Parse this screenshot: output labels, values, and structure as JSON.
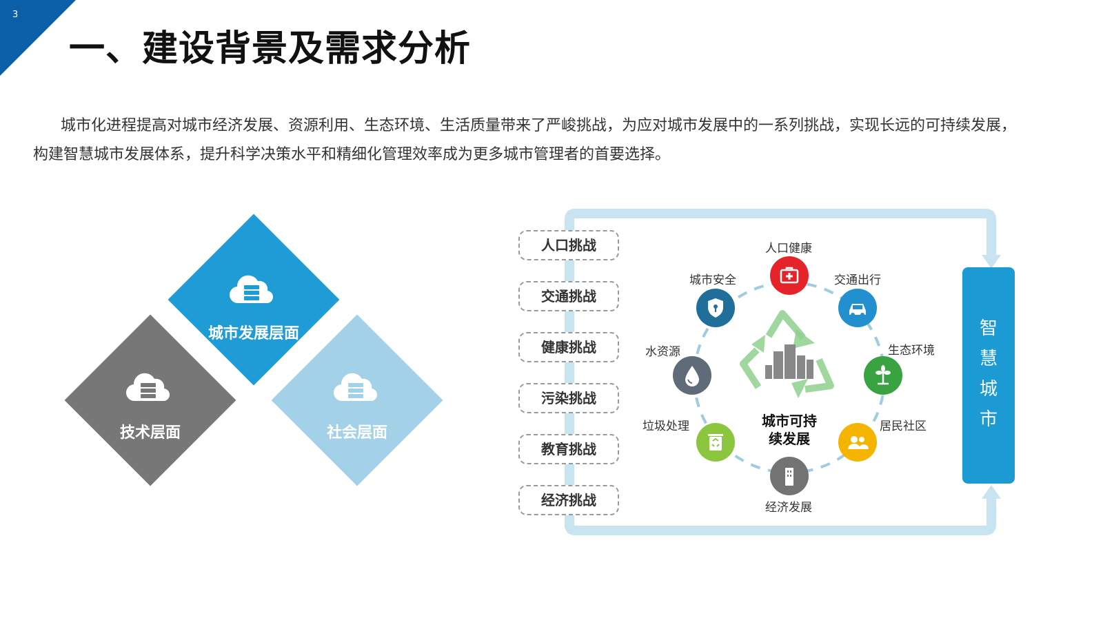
{
  "page_number": "3",
  "title": "一、建设背景及需求分析",
  "intro": "城市化进程提高对城市经济发展、资源利用、生态环境、生活质量带来了严峻挑战，为应对城市发展中的一系列挑战，实现长远的可持续发展，构建智慧城市发展体系，提升科学决策水平和精细化管理效率成为更多城市管理者的首要选择。",
  "layers": [
    {
      "label": "城市发展层面",
      "color": "#1f9bd5"
    },
    {
      "label": "技术层面",
      "color": "#777777"
    },
    {
      "label": "社会层面",
      "color": "#a3d1e8"
    }
  ],
  "challenges": [
    "人口挑战",
    "交通挑战",
    "健康挑战",
    "污染挑战",
    "教育挑战",
    "经济挑战"
  ],
  "cycle": {
    "center_line1": "城市可持",
    "center_line2": "续发展",
    "items": [
      {
        "label": "人口健康",
        "icon": "first-aid-icon",
        "color": "#e5242a"
      },
      {
        "label": "交通出行",
        "icon": "car-icon",
        "color": "#2290cf"
      },
      {
        "label": "生态环境",
        "icon": "plant-icon",
        "color": "#3aa341"
      },
      {
        "label": "居民社区",
        "icon": "people-icon",
        "color": "#f5b400"
      },
      {
        "label": "经济发展",
        "icon": "building-icon",
        "color": "#737373"
      },
      {
        "label": "垃圾处理",
        "icon": "trash-icon",
        "color": "#8cc63f"
      },
      {
        "label": "水资源",
        "icon": "water-drop-icon",
        "color": "#5f6b78"
      },
      {
        "label": "城市安全",
        "icon": "shield-icon",
        "color": "#1f6f9a"
      }
    ]
  },
  "smart_city": [
    "智",
    "慧",
    "城",
    "市"
  ],
  "colors": {
    "accent_blue": "#0b5ea8",
    "loop_light": "#c9e4f1",
    "cloud_gray": "#888888"
  }
}
